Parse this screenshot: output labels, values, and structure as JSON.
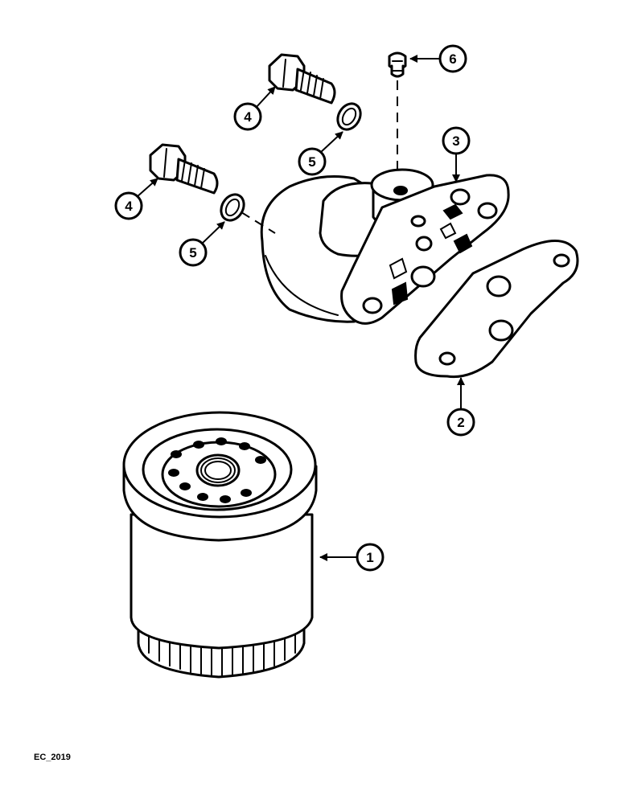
{
  "figure_id": "EC_2019",
  "callouts": [
    {
      "label": "1",
      "part": "oil-filter"
    },
    {
      "label": "2",
      "part": "gasket"
    },
    {
      "label": "3",
      "part": "filter-adapter"
    },
    {
      "label": "4",
      "part": "bolt-upper"
    },
    {
      "label": "5",
      "part": "washer-upper"
    },
    {
      "label": "4",
      "part": "bolt-lower"
    },
    {
      "label": "5",
      "part": "washer-lower"
    },
    {
      "label": "6",
      "part": "plug"
    }
  ]
}
